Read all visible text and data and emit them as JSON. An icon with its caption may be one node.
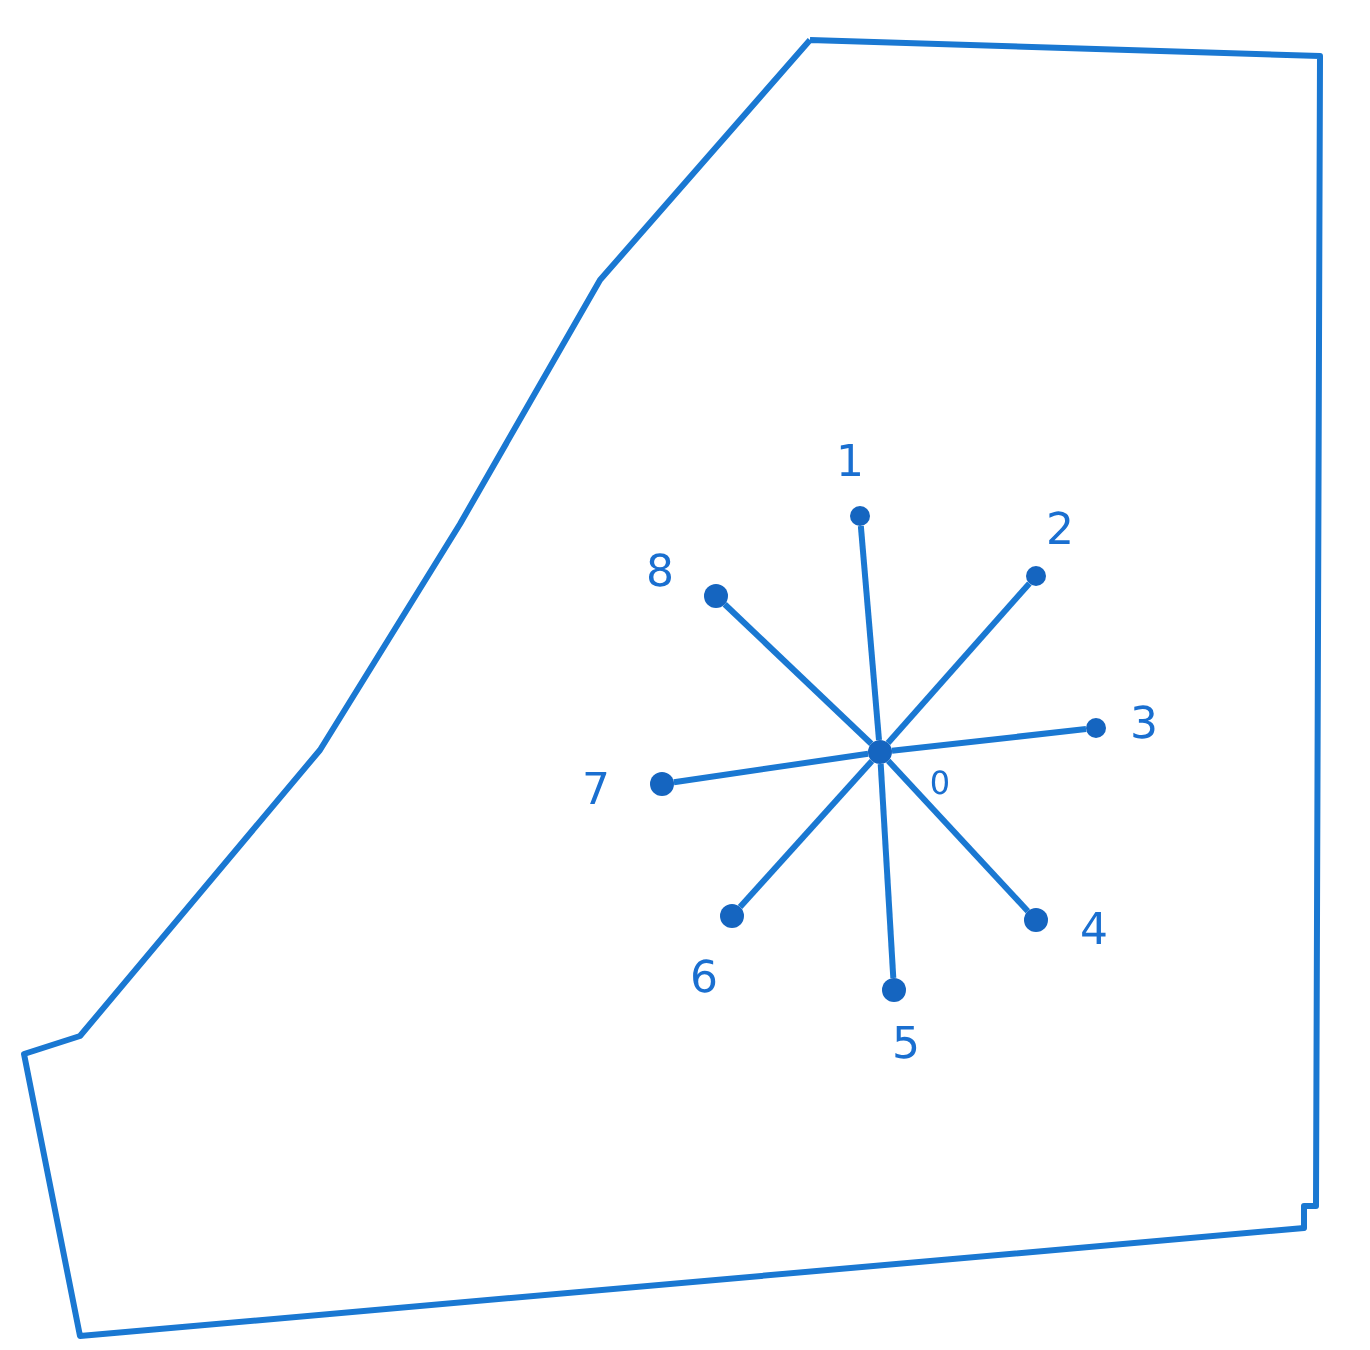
{
  "diagram": {
    "nodes": [
      {
        "text": [],
        "shape": "circle",
        "beside": [
          "0"
        ]
      },
      {
        "text": [],
        "shape": "circle",
        "beside": [
          "1"
        ]
      },
      {
        "text": [],
        "shape": "circle",
        "beside": [
          "2"
        ]
      },
      {
        "text": [],
        "shape": "circle",
        "beside": [
          "3"
        ]
      },
      {
        "text": [],
        "shape": "circle",
        "beside": [
          "4"
        ]
      },
      {
        "text": [],
        "shape": "circle",
        "beside": [
          "5"
        ]
      },
      {
        "text": [],
        "shape": "circle",
        "beside": [
          "6"
        ]
      },
      {
        "text": [],
        "shape": "circle",
        "beside": [
          "7"
        ]
      },
      {
        "text": [],
        "shape": "circle",
        "beside": [
          "8"
        ]
      }
    ],
    "edges": [
      {
        "from": 0,
        "to": 1,
        "arrow": "none"
      },
      {
        "from": 0,
        "to": 2,
        "arrow": "none"
      },
      {
        "from": 0,
        "to": 3,
        "arrow": "none"
      },
      {
        "from": 0,
        "to": 4,
        "arrow": "none"
      },
      {
        "from": 0,
        "to": 5,
        "arrow": "none"
      },
      {
        "from": 0,
        "to": 6,
        "arrow": "none"
      },
      {
        "from": 0,
        "to": 7,
        "arrow": "none"
      },
      {
        "from": 0,
        "to": 8,
        "arrow": "none"
      }
    ]
  }
}
